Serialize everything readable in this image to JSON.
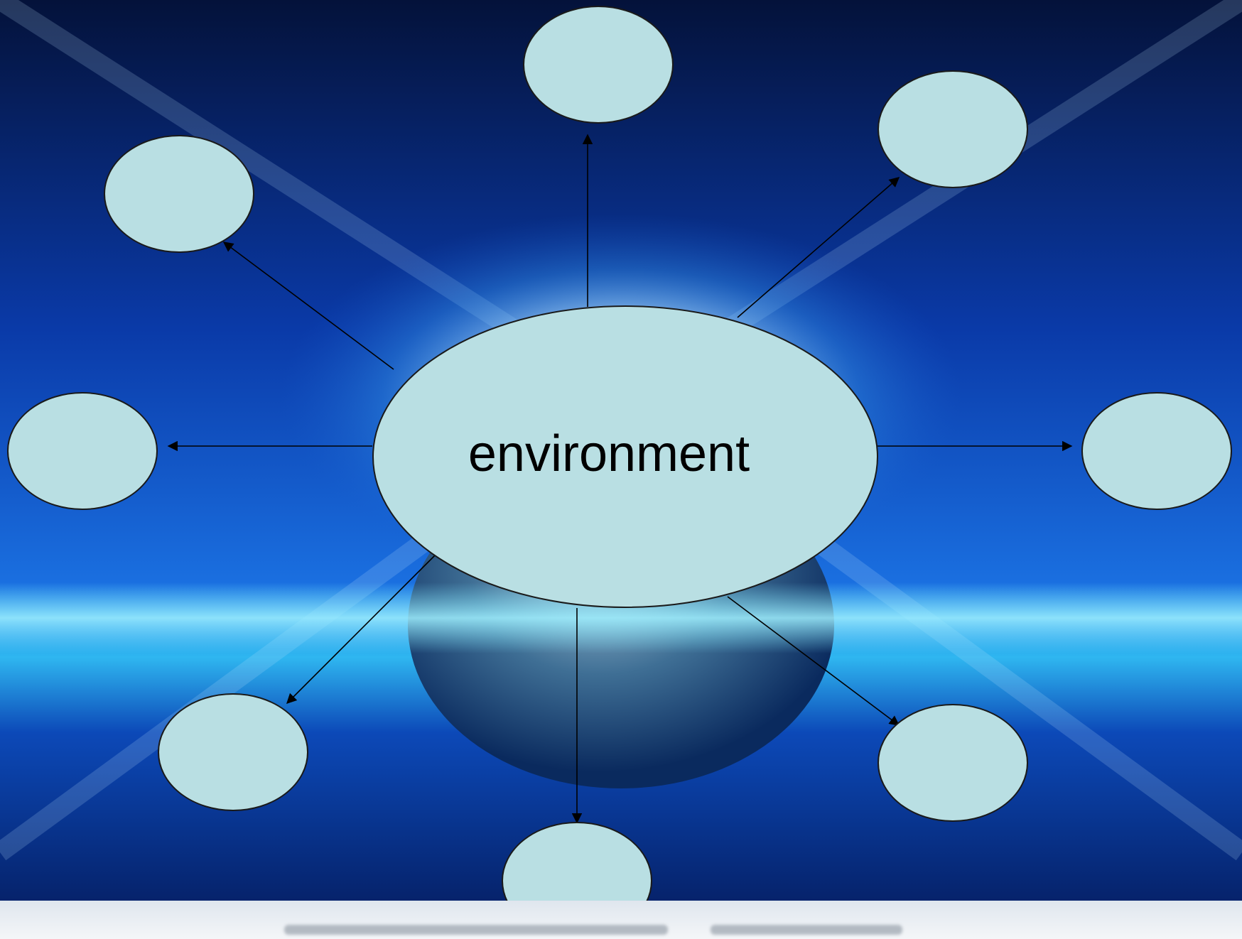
{
  "center": {
    "label": "environment"
  },
  "colors": {
    "node_fill": "#b9dfe3",
    "node_stroke": "#1a1a1a",
    "arrow": "#000000",
    "background_dark": "#06133f",
    "background_glow": "#ffffff"
  },
  "outer_nodes": [
    {
      "id": "top",
      "label": ""
    },
    {
      "id": "top-right",
      "label": ""
    },
    {
      "id": "right",
      "label": ""
    },
    {
      "id": "bottom-right",
      "label": ""
    },
    {
      "id": "bottom",
      "label": ""
    },
    {
      "id": "bottom-left",
      "label": ""
    },
    {
      "id": "left",
      "label": ""
    },
    {
      "id": "top-left",
      "label": ""
    }
  ]
}
